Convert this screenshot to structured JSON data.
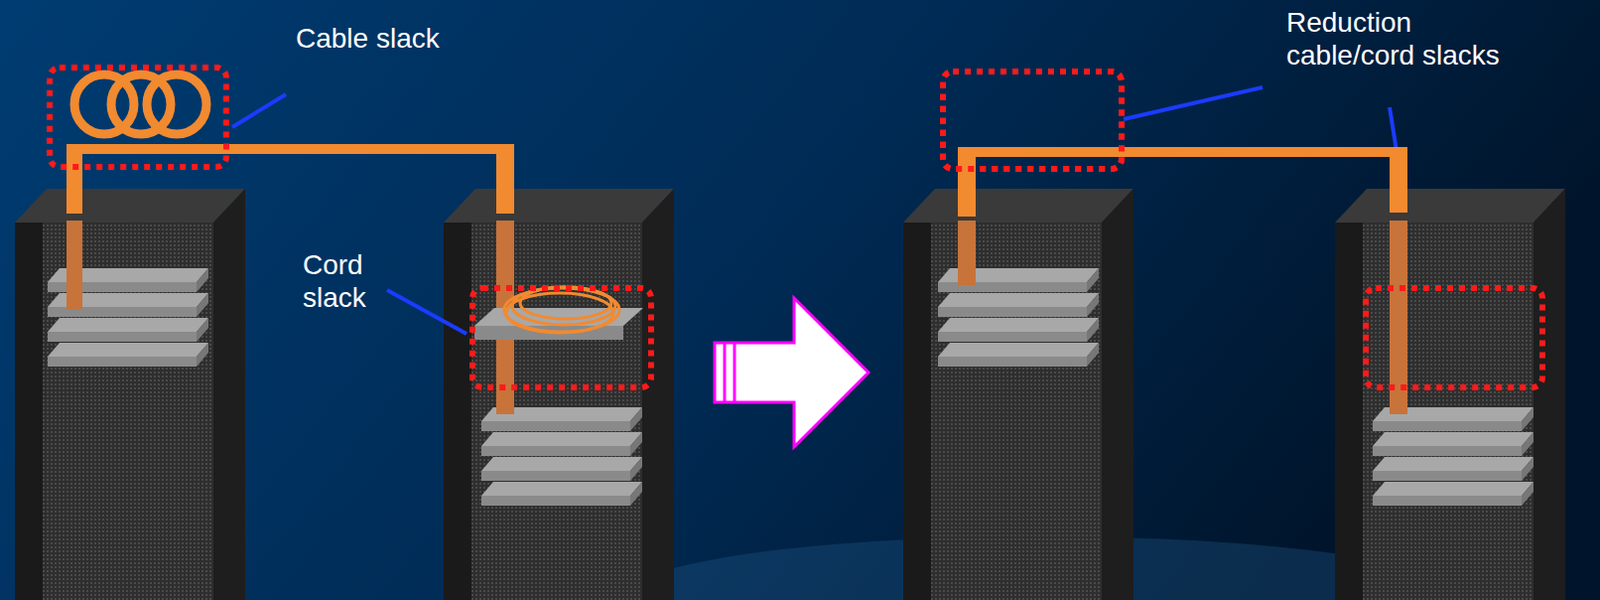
{
  "diagram": {
    "labels": [
      "Cable slack",
      "Cord slack",
      "Reduction cable/cord slacks"
    ]
  }
}
